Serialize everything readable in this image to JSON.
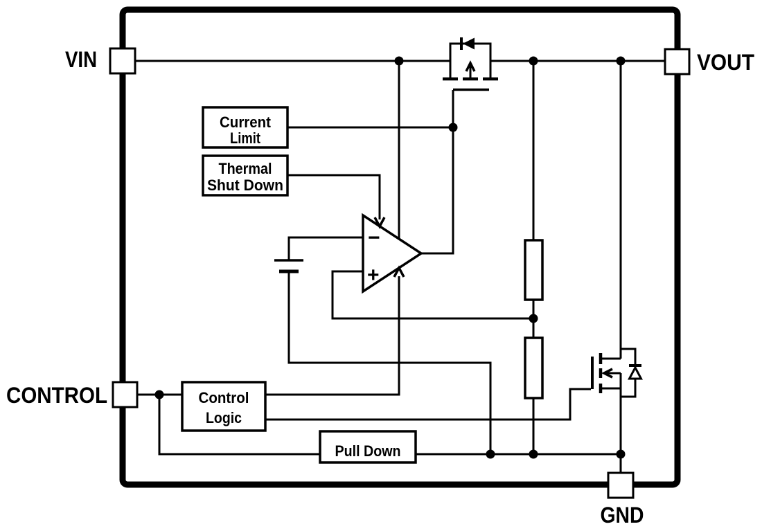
{
  "pins": {
    "vin": {
      "label": "VIN"
    },
    "vout": {
      "label": "VOUT"
    },
    "control": {
      "label": "CONTROL"
    },
    "gnd": {
      "label": "GND"
    }
  },
  "blocks": {
    "current_limit": {
      "line1": "Current",
      "line2": "Limit"
    },
    "thermal_shutdown": {
      "line1": "Thermal",
      "line2": "Shut Down"
    },
    "control_logic": {
      "line1": "Control",
      "line2": "Logic"
    },
    "pull_down": {
      "label": "Pull Down"
    }
  },
  "error_amplifier": {
    "inverting_label": "−",
    "noninverting_label": "+"
  },
  "colors": {
    "line": "#000000",
    "background": "#ffffff"
  }
}
